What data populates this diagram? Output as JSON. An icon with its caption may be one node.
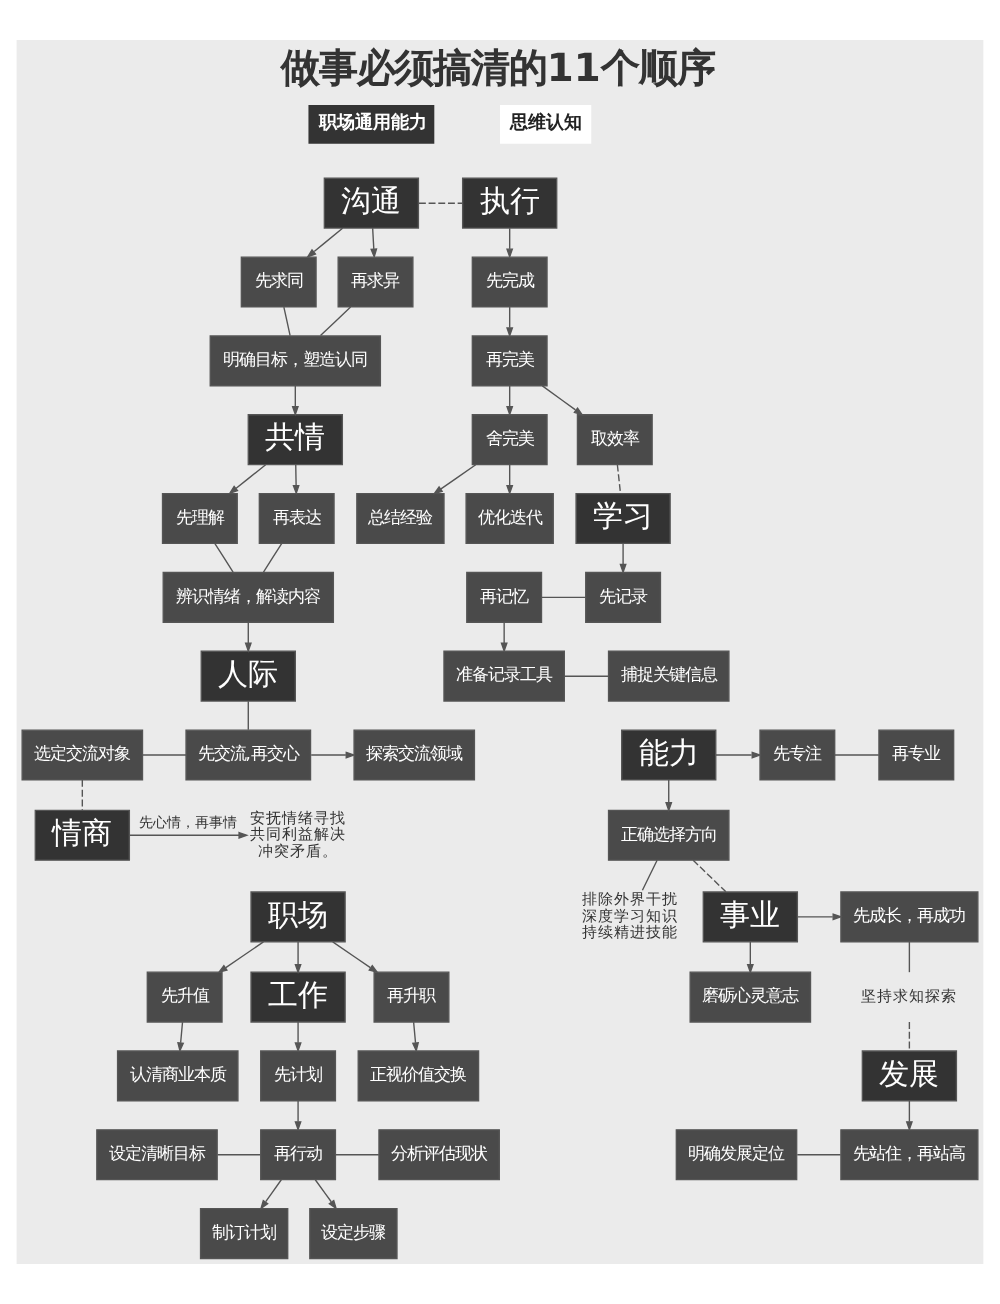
{
  "diagram": {
    "title": "做事必须搞清的11个顺序",
    "nodes": [
      {
        "text": [
          "沟通"
        ]
      },
      {
        "text": [
          "先求同"
        ]
      },
      {
        "text": [
          "再求异"
        ]
      },
      {
        "text": [
          "明确目标，塑造认同"
        ]
      },
      {
        "text": [
          "共情"
        ]
      },
      {
        "text": [
          "先理解"
        ]
      },
      {
        "text": [
          "再表达"
        ]
      },
      {
        "text": [
          "辨识情绪，解读内容"
        ]
      },
      {
        "text": [
          "人际"
        ]
      },
      {
        "text": [
          "选定交流对象"
        ]
      },
      {
        "text": [
          "先交流,再交心"
        ]
      },
      {
        "text": [
          "探索交流领域"
        ]
      },
      {
        "text": [
          "情商"
        ]
      },
      {
        "text": [
          "安抚情绪寻找共同利益解决冲突矛盾。"
        ]
      },
      {
        "text": [
          "职场"
        ]
      },
      {
        "text": [
          "先升值"
        ]
      },
      {
        "text": [
          "工作"
        ]
      },
      {
        "text": [
          "再升职"
        ]
      },
      {
        "text": [
          "认清商业本质"
        ]
      },
      {
        "text": [
          "先计划"
        ]
      },
      {
        "text": [
          "正视价值交换"
        ]
      },
      {
        "text": [
          "设定清晰目标"
        ]
      },
      {
        "text": [
          "再行动"
        ]
      },
      {
        "text": [
          "分析评估现状"
        ]
      },
      {
        "text": [
          "制订计划"
        ]
      },
      {
        "text": [
          "设定步骤"
        ]
      },
      {
        "text": [
          "执行"
        ]
      },
      {
        "text": [
          "先完成"
        ]
      },
      {
        "text": [
          "再完美"
        ]
      },
      {
        "text": [
          "舍完美"
        ]
      },
      {
        "text": [
          "取效率"
        ]
      },
      {
        "text": [
          "总结经验"
        ]
      },
      {
        "text": [
          "优化迭代"
        ]
      },
      {
        "text": [
          "学习"
        ]
      },
      {
        "text": [
          "再记忆"
        ]
      },
      {
        "text": [
          "先记录"
        ]
      },
      {
        "text": [
          "准备记录工具"
        ]
      },
      {
        "text": [
          "捕捉关键信息"
        ]
      },
      {
        "text": [
          "能力"
        ]
      },
      {
        "text": [
          "先专注"
        ]
      },
      {
        "text": [
          "再专业"
        ]
      },
      {
        "text": [
          "正确选择方向"
        ]
      },
      {
        "text": [
          "排除外界干扰",
          "深度学习知识持续精进技能"
        ]
      },
      {
        "text": [
          "事业"
        ]
      },
      {
        "text": [
          "先成长，再成功"
        ]
      },
      {
        "text": [
          "坚持求知探索"
        ]
      },
      {
        "text": [
          "磨砺心灵意志"
        ]
      },
      {
        "text": [
          "发展"
        ]
      },
      {
        "text": [
          "先站住，再站高"
        ]
      },
      {
        "text": [
          "明确发展定位"
        ]
      }
    ],
    "edges": [
      {
        "from": 0,
        "to": 26,
        "arrow": "none",
        "style": "dashed"
      },
      {
        "from": 0,
        "to": 1,
        "arrow": "to"
      },
      {
        "from": 0,
        "to": 2,
        "arrow": "to"
      },
      {
        "from": 1,
        "to": 3,
        "arrow": "none"
      },
      {
        "from": 2,
        "to": 3,
        "arrow": "none"
      },
      {
        "from": 3,
        "to": 4,
        "arrow": "to"
      },
      {
        "from": 4,
        "to": 5,
        "arrow": "to"
      },
      {
        "from": 4,
        "to": 6,
        "arrow": "to"
      },
      {
        "from": 5,
        "to": 7,
        "arrow": "none"
      },
      {
        "from": 6,
        "to": 7,
        "arrow": "none"
      },
      {
        "from": 7,
        "to": 8,
        "arrow": "to"
      },
      {
        "from": 8,
        "to": 10,
        "arrow": "none"
      },
      {
        "from": 9,
        "to": 10,
        "arrow": "none"
      },
      {
        "from": 10,
        "to": 11,
        "arrow": "to"
      },
      {
        "from": 9,
        "to": 12,
        "arrow": "none",
        "style": "dashed"
      },
      {
        "from": 12,
        "to": 13,
        "arrow": "to",
        "label": "先心情，再事情"
      },
      {
        "from": 14,
        "to": 15,
        "arrow": "to"
      },
      {
        "from": 14,
        "to": 16,
        "arrow": "to"
      },
      {
        "from": 14,
        "to": 17,
        "arrow": "to"
      },
      {
        "from": 15,
        "to": 18,
        "arrow": "to"
      },
      {
        "from": 17,
        "to": 20,
        "arrow": "to"
      },
      {
        "from": 16,
        "to": 19,
        "arrow": "to"
      },
      {
        "from": 19,
        "to": 22,
        "arrow": "to"
      },
      {
        "from": 21,
        "to": 22,
        "arrow": "none"
      },
      {
        "from": 22,
        "to": 23,
        "arrow": "none"
      },
      {
        "from": 22,
        "to": 24,
        "arrow": "to"
      },
      {
        "from": 22,
        "to": 25,
        "arrow": "to"
      },
      {
        "from": 26,
        "to": 27,
        "arrow": "to"
      },
      {
        "from": 27,
        "to": 28,
        "arrow": "to"
      },
      {
        "from": 28,
        "to": 29,
        "arrow": "to"
      },
      {
        "from": 28,
        "to": 30,
        "arrow": "to"
      },
      {
        "from": 29,
        "to": 31,
        "arrow": "to"
      },
      {
        "from": 29,
        "to": 32,
        "arrow": "to"
      },
      {
        "from": 30,
        "to": 33,
        "arrow": "none",
        "style": "dashed"
      },
      {
        "from": 33,
        "to": 35,
        "arrow": "to"
      },
      {
        "from": 34,
        "to": 35,
        "arrow": "none"
      },
      {
        "from": 34,
        "to": 36,
        "arrow": "to"
      },
      {
        "from": 36,
        "to": 37,
        "arrow": "none"
      },
      {
        "from": 38,
        "to": 39,
        "arrow": "to"
      },
      {
        "from": 39,
        "to": 40,
        "arrow": "none"
      },
      {
        "from": 38,
        "to": 41,
        "arrow": "to"
      },
      {
        "from": 41,
        "to": 42,
        "arrow": "none"
      },
      {
        "from": 41,
        "to": 43,
        "arrow": "none",
        "style": "dashed"
      },
      {
        "from": 43,
        "to": 44,
        "arrow": "to"
      },
      {
        "from": 43,
        "to": 46,
        "arrow": "to"
      },
      {
        "from": 44,
        "to": 45,
        "arrow": "none"
      },
      {
        "from": 45,
        "to": 47,
        "arrow": "none",
        "style": "dashed"
      },
      {
        "from": 47,
        "to": 48,
        "arrow": "to"
      },
      {
        "from": 49,
        "to": 48,
        "arrow": "none"
      }
    ],
    "labels": [
      "职场通用能力",
      "思维认知"
    ]
  }
}
